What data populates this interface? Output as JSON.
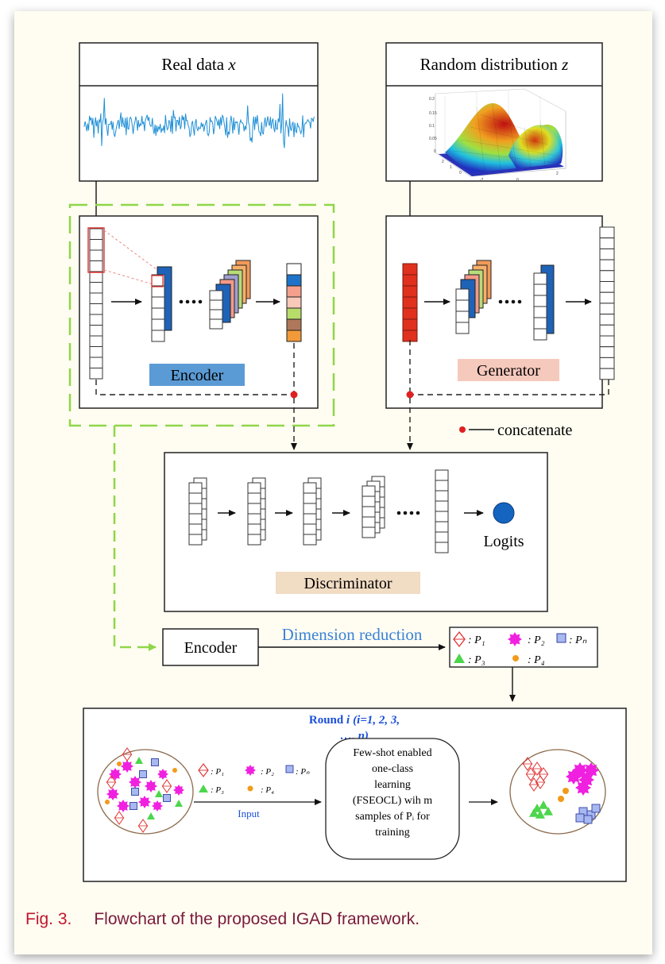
{
  "real_data": {
    "title_text": "Real data ",
    "title_var": "x"
  },
  "random_dist": {
    "title_text": "Random distribution ",
    "title_var": "z"
  },
  "encoder_label": "Encoder",
  "generator_label": "Generator",
  "concat_legend": "concatenate",
  "discriminator_label": "Discriminator",
  "logits_label": "Logits",
  "encoder2_label": "Encoder",
  "dimension_reduction": "Dimension reduction",
  "legend": {
    "p1": ": P₁",
    "p2": ": P₂",
    "pn": ": Pₙ",
    "p3": ": P₃",
    "p4": ": P₄"
  },
  "round": {
    "prefix": "Round ",
    "var": "i",
    "paren": "(i=1, 2, 3,",
    "line2": "…, n)"
  },
  "input_label": "Input",
  "fseocl_lines": [
    "Few-shot enabled",
    "one-class",
    "learning",
    "(FSEOCL) wih m",
    "samples of  Pᵢ  for",
    "training"
  ],
  "caption": {
    "label": "Fig. 3.",
    "text": "Flowchart of the proposed IGAD framework."
  },
  "colors": {
    "signal": "#1f8fd6",
    "encoder_bg": "#5b9bd5",
    "generator_bg": "#f6c9bd",
    "discriminator_bg": "#f1dcc4",
    "dashed_green": "#8fd64a",
    "concat_dot": "#e02020",
    "logits": "#1565c0",
    "caption_label": "#c0162d",
    "caption_text": "#7a1a3c"
  }
}
